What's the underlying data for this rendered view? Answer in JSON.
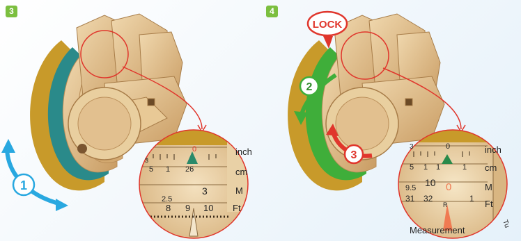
{
  "colors": {
    "step_badge": "#7cbf3f",
    "wood": "#e2c08f",
    "wood_dark": "#b98d58",
    "gold_ring": "#c89a2a",
    "teal_ring": "#2a8a8a",
    "green_ring": "#3fae3a",
    "red_ring": "#e0362c",
    "blue_arrow": "#29a8e0",
    "lock_red": "#e0362c"
  },
  "panels": [
    {
      "step": "3",
      "callout": "1",
      "zoom": {
        "unit_labels": [
          "inch",
          "cm",
          "M",
          "Ft"
        ],
        "inch_marker": "0",
        "cm_numbers": [
          "5",
          "1",
          "26"
        ],
        "m_numbers": [
          "2.5",
          "3"
        ],
        "ft_numbers": [
          "8",
          "9",
          "10"
        ],
        "left_numbers": [
          "3"
        ]
      }
    },
    {
      "step": "4",
      "lock_label": "LOCK",
      "callouts": [
        "2",
        "3"
      ],
      "zoom": {
        "unit_labels": [
          "inch",
          "cm",
          "M",
          "Ft"
        ],
        "inch_numbers": [
          "3",
          "0"
        ],
        "cm_numbers": [
          "5",
          "1",
          "1",
          "1"
        ],
        "m_numbers": [
          "9.5",
          "10",
          "0"
        ],
        "ft_numbers": [
          "31",
          "32",
          "R",
          "1"
        ],
        "bottom_text": "Measurement",
        "side_text": "Tu"
      }
    }
  ]
}
